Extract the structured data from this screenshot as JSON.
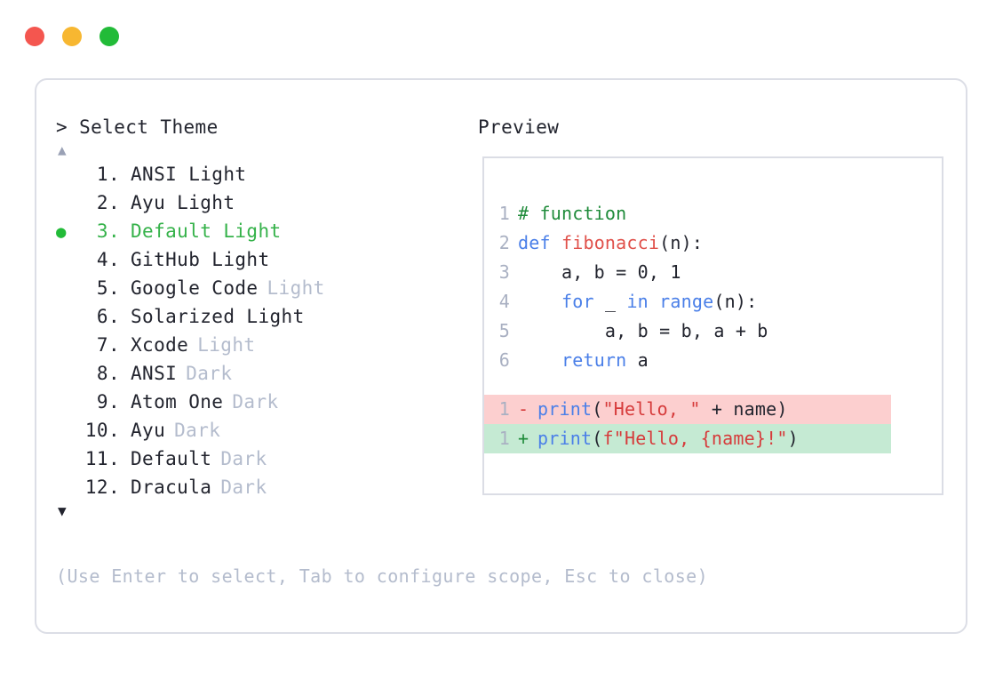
{
  "window": {
    "dots": [
      {
        "name": "close",
        "color": "#f4564f"
      },
      {
        "name": "minimize",
        "color": "#f7b731"
      },
      {
        "name": "maximize",
        "color": "#22bb38"
      }
    ]
  },
  "prompt": {
    "caret": ">",
    "title": "Select Theme"
  },
  "scroll": {
    "up_arrow": "▲",
    "down_arrow": "▼"
  },
  "list": {
    "selected_index": 3,
    "bullet": "●",
    "items": [
      {
        "index": "1.",
        "name": "ANSI Light",
        "variant": "",
        "selected": false
      },
      {
        "index": "2.",
        "name": "Ayu Light",
        "variant": "",
        "selected": false
      },
      {
        "index": "3.",
        "name": "Default Light",
        "variant": "",
        "selected": true
      },
      {
        "index": "4.",
        "name": "GitHub Light",
        "variant": "",
        "selected": false
      },
      {
        "index": "5.",
        "name": "Google Code",
        "variant": "Light",
        "selected": false
      },
      {
        "index": "6.",
        "name": "Solarized Light",
        "variant": "",
        "selected": false
      },
      {
        "index": "7.",
        "name": "Xcode",
        "variant": "Light",
        "selected": false
      },
      {
        "index": "8.",
        "name": "ANSI",
        "variant": "Dark",
        "selected": false
      },
      {
        "index": "9.",
        "name": "Atom One",
        "variant": "Dark",
        "selected": false
      },
      {
        "index": "10.",
        "name": "Ayu",
        "variant": "Dark",
        "selected": false
      },
      {
        "index": "11.",
        "name": "Default",
        "variant": "Dark",
        "selected": false
      },
      {
        "index": "12.",
        "name": "Dracula",
        "variant": "Dark",
        "selected": false
      }
    ]
  },
  "hint": "(Use Enter to select, Tab to configure scope, Esc to close)",
  "preview": {
    "label": "Preview",
    "code_lines": [
      {
        "number": "1",
        "tokens": [
          {
            "text": "# function",
            "type": "comment"
          }
        ]
      },
      {
        "number": "2",
        "tokens": [
          {
            "text": "def ",
            "type": "keyword"
          },
          {
            "text": "fibonacci",
            "type": "func"
          },
          {
            "text": "(n):",
            "type": "plain"
          }
        ]
      },
      {
        "number": "3",
        "tokens": [
          {
            "text": "    a, b = 0, 1",
            "type": "plain"
          }
        ]
      },
      {
        "number": "4",
        "tokens": [
          {
            "text": "    ",
            "type": "plain"
          },
          {
            "text": "for",
            "type": "keyword"
          },
          {
            "text": " _ ",
            "type": "plain"
          },
          {
            "text": "in range",
            "type": "keyword"
          },
          {
            "text": "(n):",
            "type": "plain"
          }
        ]
      },
      {
        "number": "5",
        "tokens": [
          {
            "text": "        a, b = b, a + b",
            "type": "plain"
          }
        ]
      },
      {
        "number": "6",
        "tokens": [
          {
            "text": "    ",
            "type": "plain"
          },
          {
            "text": "return",
            "type": "keyword"
          },
          {
            "text": " a",
            "type": "plain"
          }
        ]
      }
    ],
    "diff_lines": [
      {
        "number": "1",
        "marker": "-",
        "kind": "removed",
        "tokens": [
          {
            "text": "print",
            "type": "builtin"
          },
          {
            "text": "(",
            "type": "plain"
          },
          {
            "text": "\"Hello, \"",
            "type": "string"
          },
          {
            "text": " + name)",
            "type": "plain"
          }
        ]
      },
      {
        "number": "1",
        "marker": "+",
        "kind": "added",
        "tokens": [
          {
            "text": "print",
            "type": "builtin"
          },
          {
            "text": "(",
            "type": "plain"
          },
          {
            "text": "f\"Hello, {name}!\"",
            "type": "string"
          },
          {
            "text": ")",
            "type": "plain"
          }
        ]
      }
    ]
  },
  "colors": {
    "card_border": "#dcdee6",
    "panel_border": "#dbdde5",
    "muted_text": "#b4bccd",
    "primary_text": "#22242e",
    "selected_green": "#35b24a",
    "comment_green": "#1f8b3a",
    "keyword_blue": "#4a7fe8",
    "function_red": "#e0504a",
    "string_red": "#d63b3b",
    "diff_removed_bg": "#fccfcf",
    "diff_added_bg": "#c5ead3",
    "gutter_text": "#a9b0c2"
  }
}
